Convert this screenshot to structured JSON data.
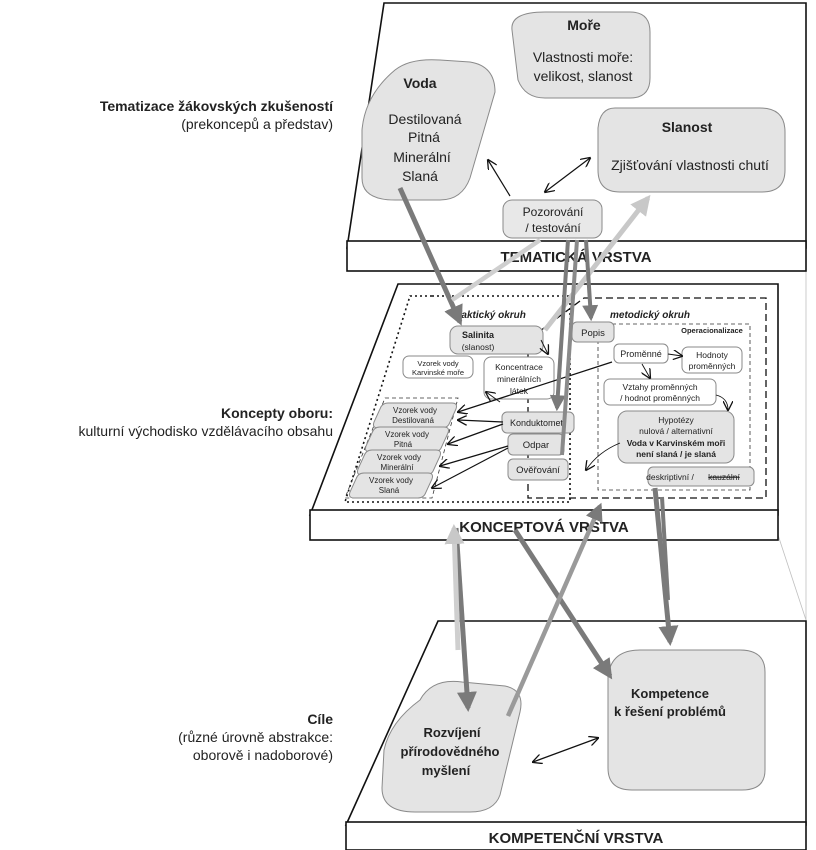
{
  "colors": {
    "node_fill": "#e4e4e4",
    "node_stroke": "#8a8a8a",
    "arrow_dark": "#7a7a7a",
    "arrow_light": "#c8c8c8",
    "line": "#111111"
  },
  "side_labels": {
    "thematic_title": "Tematizace žákovských zkušeností",
    "thematic_sub": "(prekoncepů a představ)",
    "concept_title": "Koncepty oboru:",
    "concept_sub": "kulturní východisko vzdělávacího obsahu",
    "goals_title": "Cíle",
    "goals_sub1": "(různé úrovně abstrakce:",
    "goals_sub2": "oborově i nadoborové)"
  },
  "layers": {
    "thematic": "TEMATICKÁ VRSTVA",
    "concept": "KONCEPTOVÁ VRSTVA",
    "competence": "KOMPETENČNÍ VRSTVA"
  },
  "thematic": {
    "more_title": "Moře",
    "more_l1": "Vlastnosti moře:",
    "more_l2": "velikost, slanost",
    "voda_title": "Voda",
    "voda_items": [
      "Destilovaná",
      "Pitná",
      "Minerální",
      "Slaná"
    ],
    "slanost_title": "Slanost",
    "slanost_l1": "Zjišťování vlastnosti chutí",
    "pozorovani_l1": "Pozorování",
    "pozorovani_l2": "/ testování"
  },
  "concept": {
    "fakticky": "faktický okruh",
    "metodicky": "metodický okruh",
    "operacionalizace": "Operacionalizace",
    "salinita_l1": "Salinita",
    "salinita_l2": "(slanost)",
    "vzorek_karvina_l1": "Vzorek vody",
    "vzorek_karvina_l2": "Karvinské moře",
    "koncentrace": [
      "Koncentrace",
      "minerálních",
      "látek"
    ],
    "vzorky": [
      {
        "l1": "Vzorek vody",
        "l2": "Destilovaná"
      },
      {
        "l1": "Vzorek vody",
        "l2": "Pitná"
      },
      {
        "l1": "Vzorek vody",
        "l2": "Minerální"
      },
      {
        "l1": "Vzorek vody",
        "l2": "Slaná"
      }
    ],
    "konduktometr": "Konduktometr",
    "odpar": "Odpar",
    "overovani": "Ověřování",
    "popis": "Popis",
    "promenne": "Proměnné",
    "hodnoty_l1": "Hodnoty",
    "hodnoty_l2": "proměnných",
    "vztahy_l1": "Vztahy proměnných",
    "vztahy_l2": "/ hodnot proměnných",
    "hyp_l1": "Hypotézy",
    "hyp_l2": "nulová / alternativní",
    "hyp_l3": "Voda v Karvinském moři",
    "hyp_l4": "není slaná / je slaná",
    "deskriptivni": "deskriptivní /",
    "kauzalni": "kauzální"
  },
  "competence": {
    "kompetence_l1": "Kompetence",
    "kompetence_l2": "k řešení problémů",
    "rozvijeni_l1": "Rozvíjení",
    "rozvijeni_l2": "přírodovědného",
    "rozvijeni_l3": "myšlení"
  }
}
